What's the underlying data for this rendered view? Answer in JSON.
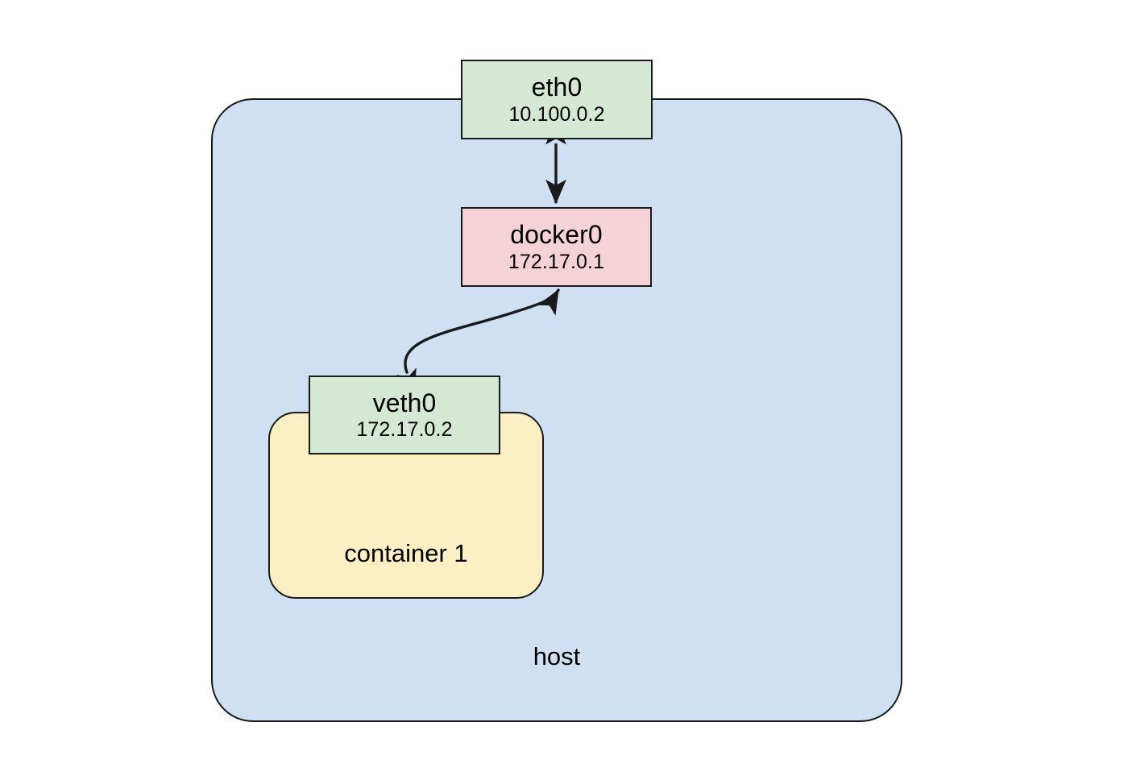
{
  "diagram": {
    "title": "docker host networking diagram",
    "background_color": "#ffffff",
    "zones": [
      {
        "id": "host",
        "label": "host",
        "fill": "#cfe0f3",
        "stroke": "#1a1a1a"
      },
      {
        "id": "container1",
        "label": "container 1",
        "fill": "#fdefc4",
        "stroke": "#1a1a1a"
      }
    ],
    "nodes": [
      {
        "id": "eth0",
        "name": "eth0",
        "address": "10.100.0.2",
        "fill": "#d5e8d4",
        "stroke": "#1a1a1a"
      },
      {
        "id": "docker0",
        "name": "docker0",
        "address": "172.17.0.1",
        "fill": "#f4d2d5",
        "stroke": "#1a1a1a"
      },
      {
        "id": "veth0",
        "name": "veth0",
        "address": "172.17.0.2",
        "fill": "#d5e8d4",
        "stroke": "#1a1a1a"
      }
    ],
    "edges": [
      {
        "id": "eth0-docker0",
        "from": "eth0",
        "to": "docker0",
        "style": "straight",
        "arrowheads": "both",
        "label": ""
      },
      {
        "id": "docker0-veth0",
        "from": "docker0",
        "to": "veth0",
        "style": "curved",
        "arrowheads": "both",
        "label": ""
      }
    ]
  }
}
